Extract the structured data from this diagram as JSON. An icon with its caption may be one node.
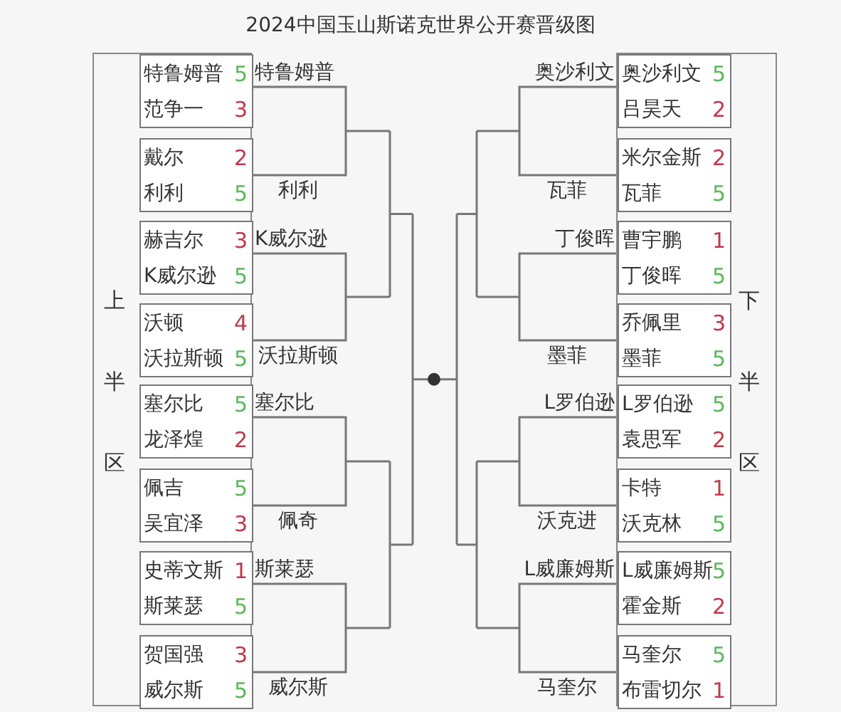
{
  "diagram": {
    "title": "2024中国玉山斯诺克世界公开赛晋级图",
    "nodes": [
      {
        "text": [
          "上半区"
        ]
      },
      {
        "text": [
          "特鲁姆普",
          "5",
          "范争一",
          "3"
        ],
        "in": 0
      },
      {
        "text": [
          "戴尔",
          "2",
          "利利",
          "5"
        ],
        "in": 0
      },
      {
        "text": [
          "赫吉尔",
          "3",
          "K威尔逊",
          "5"
        ],
        "in": 0
      },
      {
        "text": [
          "沃顿",
          "4",
          "沃拉斯顿",
          "5"
        ],
        "in": 0
      },
      {
        "text": [
          "塞尔比",
          "5",
          "龙泽煌",
          "2"
        ],
        "in": 0
      },
      {
        "text": [
          "佩吉",
          "5",
          "吴宜泽",
          "3"
        ],
        "in": 0
      },
      {
        "text": [
          "史蒂文斯",
          "1",
          "斯莱瑟",
          "5"
        ],
        "in": 0
      },
      {
        "text": [
          "贺国强",
          "3",
          "威尔斯",
          "5"
        ],
        "in": 0
      },
      {
        "text": [
          "下半区"
        ]
      },
      {
        "text": [
          "奥沙利文",
          "5",
          "吕昊天",
          "2"
        ],
        "in": 9
      },
      {
        "text": [
          "米尔金斯",
          "2",
          "瓦菲",
          "5"
        ],
        "in": 9
      },
      {
        "text": [
          "曹宇鹏",
          "1",
          "丁俊晖",
          "5"
        ],
        "in": 9
      },
      {
        "text": [
          "乔佩里",
          "3",
          "墨菲",
          "5"
        ],
        "in": 9
      },
      {
        "text": [
          "L罗伯逊",
          "5",
          "袁思军",
          "2"
        ],
        "in": 9
      },
      {
        "text": [
          "卡特",
          "1",
          "沃克林",
          "5"
        ],
        "in": 9
      },
      {
        "text": [
          "L威廉姆斯",
          "5",
          "霍金斯",
          "2"
        ],
        "in": 9
      },
      {
        "text": [
          "马奎尔",
          "5",
          "布雷切尔",
          "1"
        ],
        "in": 9
      }
    ],
    "edges": [
      {
        "from": 1,
        "to": 2,
        "arrow": "none"
      },
      {
        "from": 3,
        "to": 4,
        "arrow": "none"
      },
      {
        "from": 5,
        "to": 6,
        "arrow": "none"
      },
      {
        "from": 7,
        "to": 8,
        "arrow": "none"
      },
      {
        "from": 10,
        "to": 11,
        "arrow": "none"
      },
      {
        "from": 12,
        "to": 13,
        "arrow": "none"
      },
      {
        "from": 14,
        "to": 15,
        "arrow": "none"
      },
      {
        "from": 16,
        "to": 17,
        "arrow": "none"
      }
    ],
    "labels": [
      "特鲁姆普",
      "利利",
      "K威尔逊",
      "沃拉斯顿",
      "塞尔比",
      "佩奇",
      "斯莱瑟",
      "威尔斯",
      "奥沙利文",
      "瓦菲",
      "丁俊晖",
      "墨菲",
      "L罗伯逊",
      "沃克进",
      "L威廉姆斯",
      "马奎尔"
    ]
  }
}
